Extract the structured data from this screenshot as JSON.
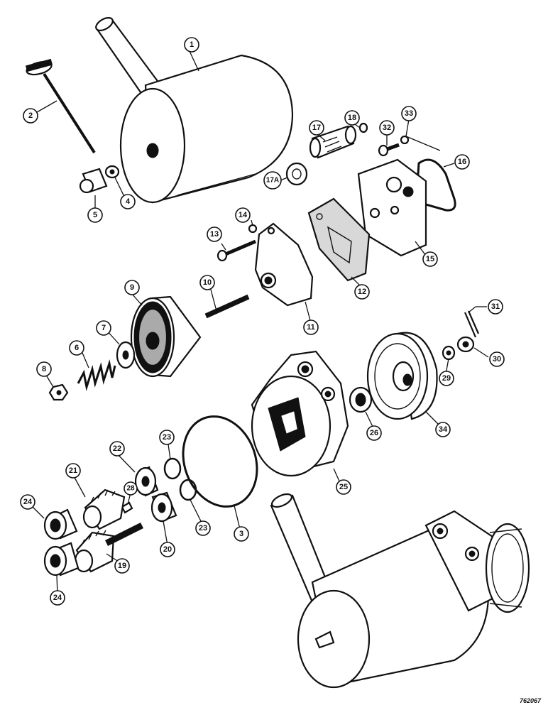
{
  "figure_code": "762067",
  "callouts": [
    {
      "id": "c1",
      "text": "1"
    },
    {
      "id": "c2",
      "text": "2"
    },
    {
      "id": "c3",
      "text": "3"
    },
    {
      "id": "c4",
      "text": "4"
    },
    {
      "id": "c5",
      "text": "5"
    },
    {
      "id": "c6",
      "text": "6"
    },
    {
      "id": "c7",
      "text": "7"
    },
    {
      "id": "c8",
      "text": "8"
    },
    {
      "id": "c9",
      "text": "9"
    },
    {
      "id": "c10",
      "text": "10"
    },
    {
      "id": "c11",
      "text": "11"
    },
    {
      "id": "c12",
      "text": "12"
    },
    {
      "id": "c13",
      "text": "13"
    },
    {
      "id": "c14",
      "text": "14"
    },
    {
      "id": "c15",
      "text": "15"
    },
    {
      "id": "c16",
      "text": "16"
    },
    {
      "id": "c17",
      "text": "17"
    },
    {
      "id": "c17a",
      "text": "17A"
    },
    {
      "id": "c18",
      "text": "18"
    },
    {
      "id": "c19",
      "text": "19"
    },
    {
      "id": "c20",
      "text": "20"
    },
    {
      "id": "c21",
      "text": "21"
    },
    {
      "id": "c22",
      "text": "22"
    },
    {
      "id": "c23a",
      "text": "23"
    },
    {
      "id": "c23b",
      "text": "23"
    },
    {
      "id": "c24a",
      "text": "24"
    },
    {
      "id": "c24b",
      "text": "24"
    },
    {
      "id": "c25",
      "text": "25"
    },
    {
      "id": "c26",
      "text": "26"
    },
    {
      "id": "c28",
      "text": "28"
    },
    {
      "id": "c29",
      "text": "29"
    },
    {
      "id": "c30",
      "text": "30"
    },
    {
      "id": "c31",
      "text": "31"
    },
    {
      "id": "c32",
      "text": "32"
    },
    {
      "id": "c33",
      "text": "33"
    },
    {
      "id": "c34",
      "text": "34"
    }
  ]
}
